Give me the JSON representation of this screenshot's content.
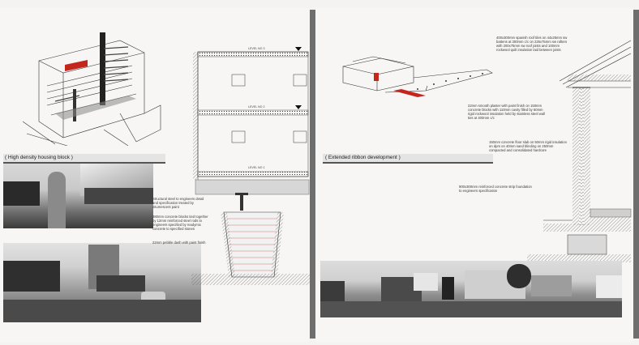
{
  "left_panel": {
    "section_tag": "( High density housing block )",
    "section_levels": [
      "LEVEL NO 3",
      "LEVEL NO 2",
      "LEVEL NO 1"
    ],
    "notes": [
      "Structural steel to engineers detail and specification treated by intumescent paint",
      "380mm concrete blocks tied together by 12mm reinforced steel rods to engineers specified by readymix concrete to specified stones",
      "22mm pebble dash with paint finish"
    ]
  },
  "right_panel": {
    "section_tag": "( Extended ribbon development )",
    "notes": [
      "400x300mm spanish roof tiles on 44x25mm sw battens at 300mm c/c on 225x75mm sw rafters with 200x75mm sw roof joists and 100mm rockwool quilt insulation laid between joists",
      "22mm smooth plaster with paint finish on 150mm concrete blocks with 110mm cavity filled by 50mm rigid rockwool insulation held by stainless steel wall ties at 400mm c/c",
      "150mm concrete floor slab on 50mm rigid insulation on dpm on 40mm sand blinding on 250mm compacted and consolidated hardcore",
      "900x300mm reinforced concrete strip foundation to engineers specification"
    ]
  },
  "colors": {
    "background": "#f4f3f1",
    "divider": "#6e6e6e",
    "accent": "#c4261c"
  }
}
